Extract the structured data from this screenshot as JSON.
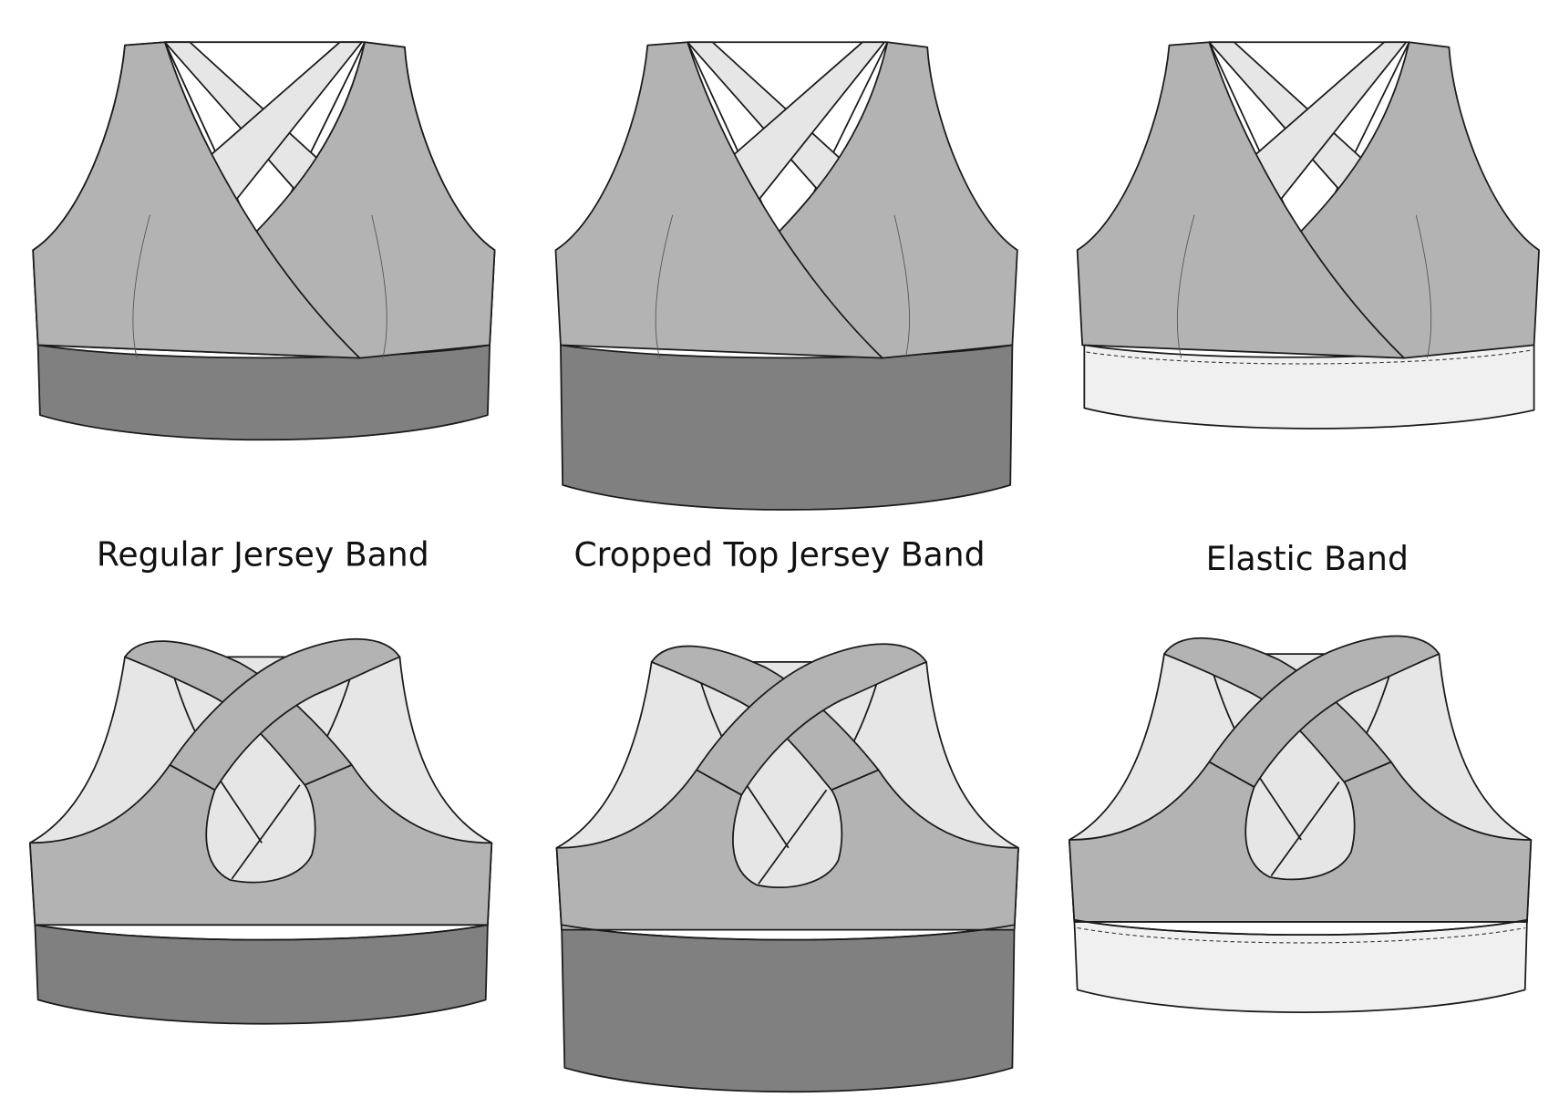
{
  "labels": {
    "regular": "Regular Jersey Band",
    "cropped": "Cropped Top Jersey Band",
    "elastic": "Elastic Band"
  },
  "colors": {
    "body": "#b3b3b3",
    "lining": "#e6e6e6",
    "jersey_band": "#808080",
    "elastic_band": "#f0f0f0",
    "outline": "#1a1a1a"
  }
}
